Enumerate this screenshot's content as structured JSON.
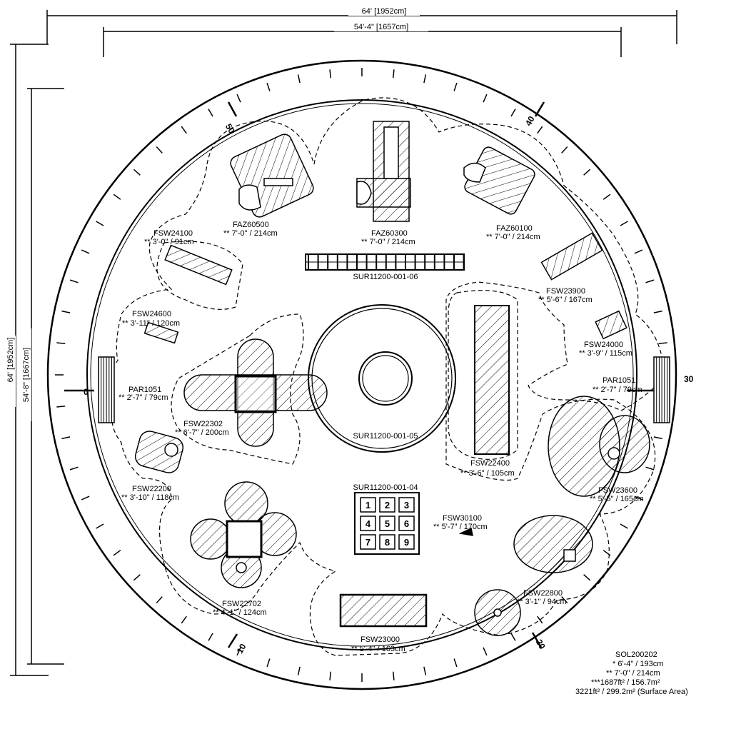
{
  "dimensions": {
    "outer_width": "64' [1952cm]",
    "inner_width": "54'-4\" [1657cm]",
    "outer_height": "64' [1952cm]",
    "inner_height": "54'-8\" [1667cm]"
  },
  "compass": {
    "left": "0",
    "right": "30",
    "upper_left": "50",
    "upper_right": "40",
    "lower_left": "10",
    "lower_right": "20"
  },
  "components": [
    {
      "code": "FAZ60500",
      "spec": "** 7'-0\" / 214cm"
    },
    {
      "code": "FAZ60300",
      "spec": "** 7'-0\" / 214cm"
    },
    {
      "code": "FAZ60100",
      "spec": "** 7'-0\" / 214cm"
    },
    {
      "code": "FSW24100",
      "spec": "** 3'-0\" / 91cm"
    },
    {
      "code": "FSW23900",
      "spec": "** 5'-6\" / 167cm"
    },
    {
      "code": "FSW24600",
      "spec": "** 3'-11\" / 120cm"
    },
    {
      "code": "FSW24000",
      "spec": "** 3'-9\" / 115cm"
    },
    {
      "code": "PAR1051",
      "spec": "** 2'-7\" / 79cm"
    },
    {
      "code": "PAR1051",
      "spec": "** 2'-7\" / 79cm"
    },
    {
      "code": "FSW22302",
      "spec": "** 6'-7\" / 200cm"
    },
    {
      "code": "FSW22400",
      "spec": "** 3'-6\" / 105cm"
    },
    {
      "code": "FSW22200",
      "spec": "** 3'-10\" / 118cm"
    },
    {
      "code": "FSW23600",
      "spec": "** 5'-5\" / 165cm"
    },
    {
      "code": "FSW30100",
      "spec": "** 5'-7\" / 170cm"
    },
    {
      "code": "FSW22702",
      "spec": "** 4'-1\" / 124cm"
    },
    {
      "code": "FSW22800",
      "spec": "** 3'-1\" / 94cm"
    },
    {
      "code": "FSW23000",
      "spec": "** 5'-4\" / 163cm"
    }
  ],
  "surfaces": {
    "ladder": "SUR11200-001-06",
    "center": "SUR11200-001-05",
    "grid": "SUR11200-001-04",
    "grid_numbers": [
      "1",
      "2",
      "3",
      "4",
      "5",
      "6",
      "7",
      "8",
      "9"
    ]
  },
  "summary": {
    "code": "SOL200202",
    "line1": "* 6'-4\" / 193cm",
    "line2": "** 7'-0\" / 214cm",
    "line3": "***1687ft² / 156.7m²",
    "line4": "3221ft² / 299.2m² (Surface Area)"
  }
}
